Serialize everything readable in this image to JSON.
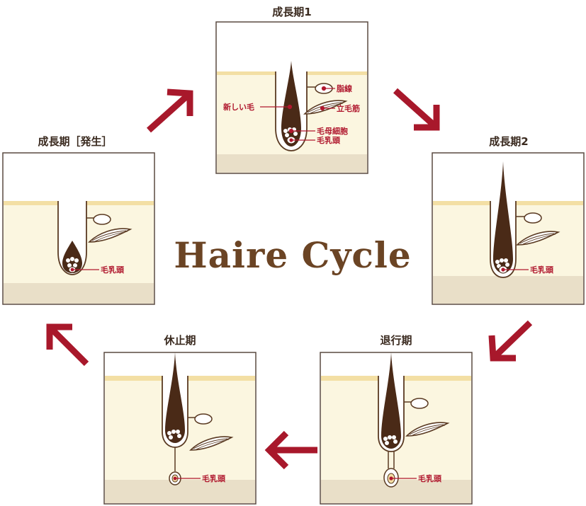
{
  "diagram": {
    "title": "Haire Cycle",
    "stages": {
      "anagen1": {
        "label": "成長期1",
        "callouts": {
          "new_hair": "新しい毛",
          "sebaceous": "脂線",
          "arrector": "立毛筋",
          "matrix": "毛母細胞",
          "papilla": "毛乳頭"
        }
      },
      "anagen2": {
        "label": "成長期2",
        "callouts": {
          "papilla": "毛乳頭"
        }
      },
      "catagen": {
        "label": "退行期",
        "callouts": {
          "papilla": "毛乳頭"
        }
      },
      "telogen": {
        "label": "休止期",
        "callouts": {
          "papilla": "毛乳頭"
        }
      },
      "early_anagen": {
        "label": "成長期［発生］",
        "callouts": {
          "papilla": "毛乳頭"
        }
      }
    }
  },
  "colors": {
    "arrow": "#a8182b",
    "hair": "#4a2a17",
    "panel_fill": "#fbf6e0",
    "skin_band": "#f3dfa4",
    "accent_red": "#b0182e"
  }
}
